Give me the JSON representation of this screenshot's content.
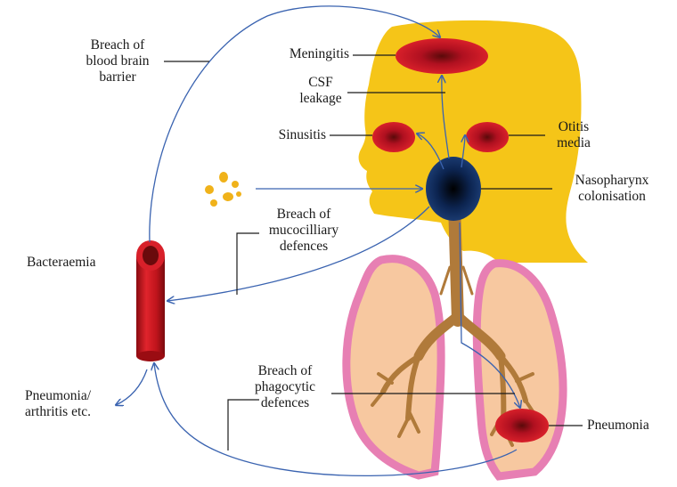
{
  "labels": {
    "meningitis": "Meningitis",
    "csf_line1": "CSF",
    "csf_line2": "leakage",
    "sinusitis": "Sinusitis",
    "otitis_line1": "Otitis",
    "otitis_line2": "media",
    "naso_line1": "Nasopharynx",
    "naso_line2": "colonisation",
    "bbb_line1": "Breach of",
    "bbb_line2": "blood brain",
    "bbb_line3": "barrier",
    "muco_line1": "Breach of",
    "muco_line2": "mucocilliary",
    "muco_line3": "defences",
    "bacteraemia": "Bacteraemia",
    "phago_line1": "Breach of",
    "phago_line2": "phagocytic",
    "phago_line3": "defences",
    "pneumonia": "Pneumonia",
    "pa_line1": "Pneumonia/",
    "pa_line2": "arthritis etc."
  },
  "colors": {
    "head": "#f5c518",
    "infection": "#c8102e",
    "nasopharynx": "#0d2a55",
    "arrow": "#3a63b0",
    "lung_fill": "#f7c8a0",
    "lung_border": "#e77fb3",
    "airway": "#b07a3a",
    "vessel": "#c0141c",
    "bacteria": "#f0b21a"
  }
}
